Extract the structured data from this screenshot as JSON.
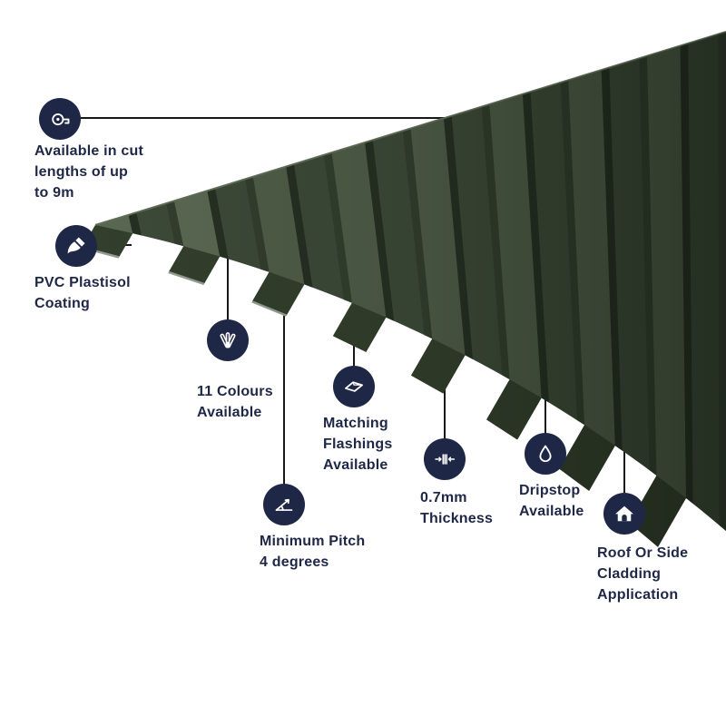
{
  "page": {
    "background": "#ffffff"
  },
  "sheet": {
    "description": "Juniper green box profile corrugated roofing sheet shown diagonally",
    "colors": {
      "base": "#3d4a38",
      "crest": "#4f5d48",
      "crest_light": "#5a6852",
      "flank_dark": "#252f22",
      "flank_mid": "#323e2d",
      "tooth": "#333f2c",
      "underside": "#949b91",
      "edge_highlight": "#5f6c57"
    }
  },
  "theme": {
    "icon_bg": "#1f2747",
    "icon_fg": "#ffffff",
    "text_color": "#1f2747",
    "line_color": "#181818"
  },
  "callouts": [
    {
      "icon": "tape-measure-icon",
      "label": "Available in cut\nlengths of up\nto 9m"
    },
    {
      "icon": "paint-brush-icon",
      "label": "PVC Plastisol\nCoating"
    },
    {
      "icon": "colour-swatch-icon",
      "label": "11 Colours\nAvailable"
    },
    {
      "icon": "flashing-icon",
      "label": "Matching\nFlashings\nAvailable"
    },
    {
      "icon": "pitch-icon",
      "label": "Minimum Pitch\n4 degrees"
    },
    {
      "icon": "thickness-icon",
      "label": "0.7mm\nThickness"
    },
    {
      "icon": "dripstop-icon",
      "label": "Dripstop\nAvailable"
    },
    {
      "icon": "cladding-icon",
      "label": "Roof Or Side\nCladding\nApplication"
    }
  ]
}
